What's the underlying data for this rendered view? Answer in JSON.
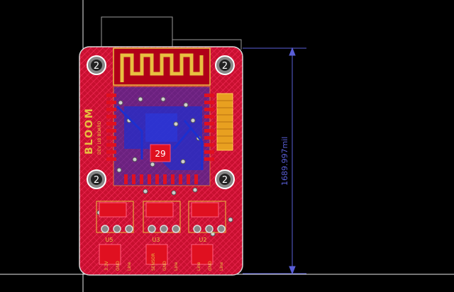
{
  "canvas": {
    "background": "#000000",
    "board_fill": "#cc1030",
    "board_edge": "#e0e0e0",
    "copper_top": "#e01020",
    "copper_bottom": "#1c2fd0",
    "silkscreen": "#e8c040",
    "dimension_color": "#5a5fd8",
    "crosshair_color": "#e8e8e8"
  },
  "board": {
    "brand_label": "BLOOM",
    "version_label": "DEV LIB BOARD",
    "fiducial_number": "29",
    "hole_labels": [
      "2",
      "2",
      "2",
      "2"
    ],
    "ic_labels": [
      "U5",
      "U3",
      "U2"
    ],
    "pin_labels_a": [
      "3.3V",
      "GND",
      "Line"
    ],
    "pin_labels_b": [
      "SENSOR",
      "GND",
      "Line"
    ],
    "pin_labels_c": [
      "Line",
      "GND",
      "Line"
    ]
  },
  "dimension": {
    "label": "1689.997mil"
  }
}
